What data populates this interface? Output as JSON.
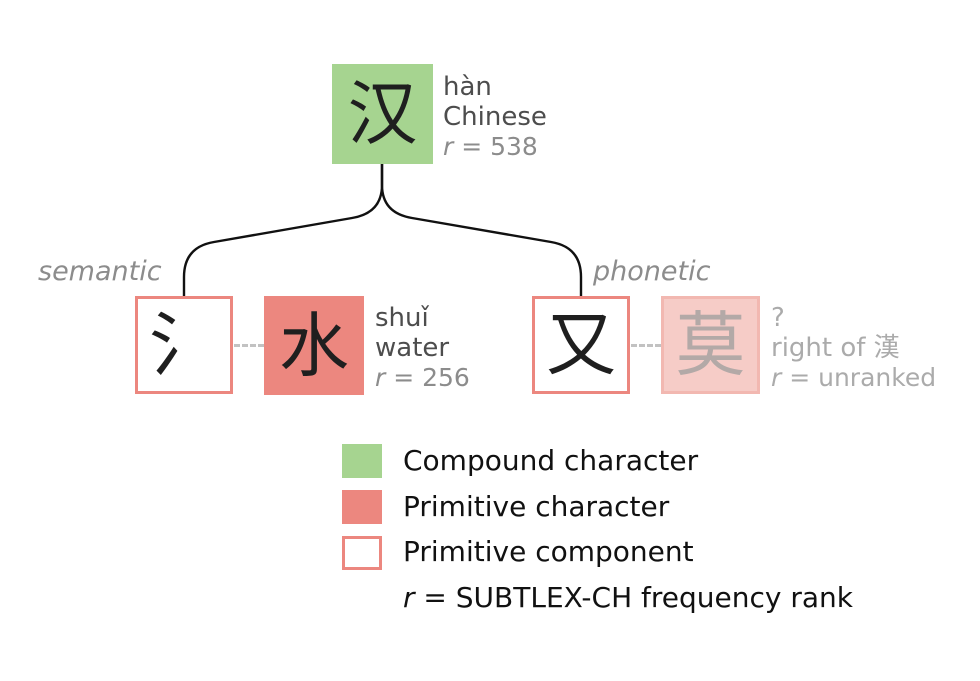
{
  "compound": {
    "character": "汉",
    "pinyin": "hàn",
    "gloss": "Chinese",
    "rank_var": "r",
    "rank_text": " = 538"
  },
  "semantic": {
    "role_label": "semantic",
    "component": "氵",
    "character": "水",
    "pinyin": "shuǐ",
    "gloss": "water",
    "rank_var": "r",
    "rank_text": " = 256"
  },
  "phonetic": {
    "role_label": "phonetic",
    "component": "又",
    "character": "莫",
    "pinyin": "?",
    "gloss": "right of 漢",
    "rank_var": "r",
    "rank_text": " = unranked"
  },
  "legend": {
    "items": [
      {
        "label": "Compound character"
      },
      {
        "label": "Primitive character"
      },
      {
        "label": "Primitive component"
      }
    ],
    "note_var": "r",
    "note_text": " = SUBTLEX-CH frequency rank"
  },
  "colors": {
    "compound": "#a6d490",
    "primitive": "#ec877f",
    "component_border": "#ec877f",
    "unranked": "#f6ccc7"
  }
}
